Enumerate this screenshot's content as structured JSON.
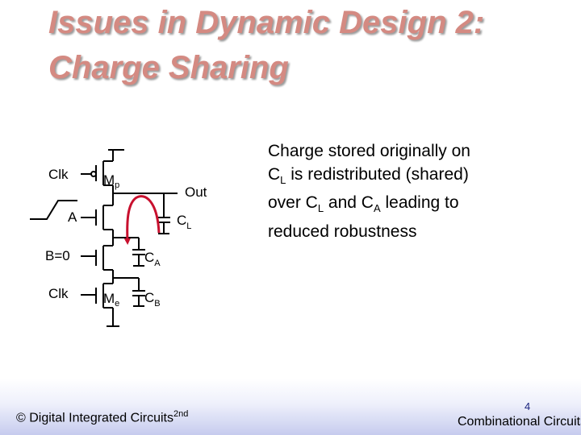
{
  "title": {
    "line1": "Issues in Dynamic Design 2:",
    "line2": "Charge Sharing"
  },
  "circuit": {
    "clk_top": "Clk",
    "mp_label": "M",
    "mp_sub": "p",
    "out_label": "Out",
    "a_label": "A",
    "cl_label": "C",
    "cl_sub": "L",
    "b_label": "B=0",
    "ca_label": "C",
    "ca_sub": "A",
    "clk_bottom": "Clk",
    "me_label": "M",
    "me_sub": "e",
    "cb_label": "C",
    "cb_sub": "B"
  },
  "description": {
    "t1": "Charge stored originally on",
    "t2": "C",
    "t2_sub": "L",
    "t3": " is redistributed (shared)",
    "t4": "over C",
    "t4_sub": "L",
    "t5": " and C",
    "t5_sub": "A",
    "t6": " leading to",
    "t7": "reduced robustness"
  },
  "footer": {
    "left_main": "© Digital Integrated Circuits",
    "left_sup": "2nd",
    "page_number": "4",
    "right": "Combinational Circuits"
  },
  "colors": {
    "title": "#d48a82",
    "arrow": "#c8102e",
    "footer_gradient_bottom": "#c6cbee",
    "page_number": "#1a237e"
  }
}
